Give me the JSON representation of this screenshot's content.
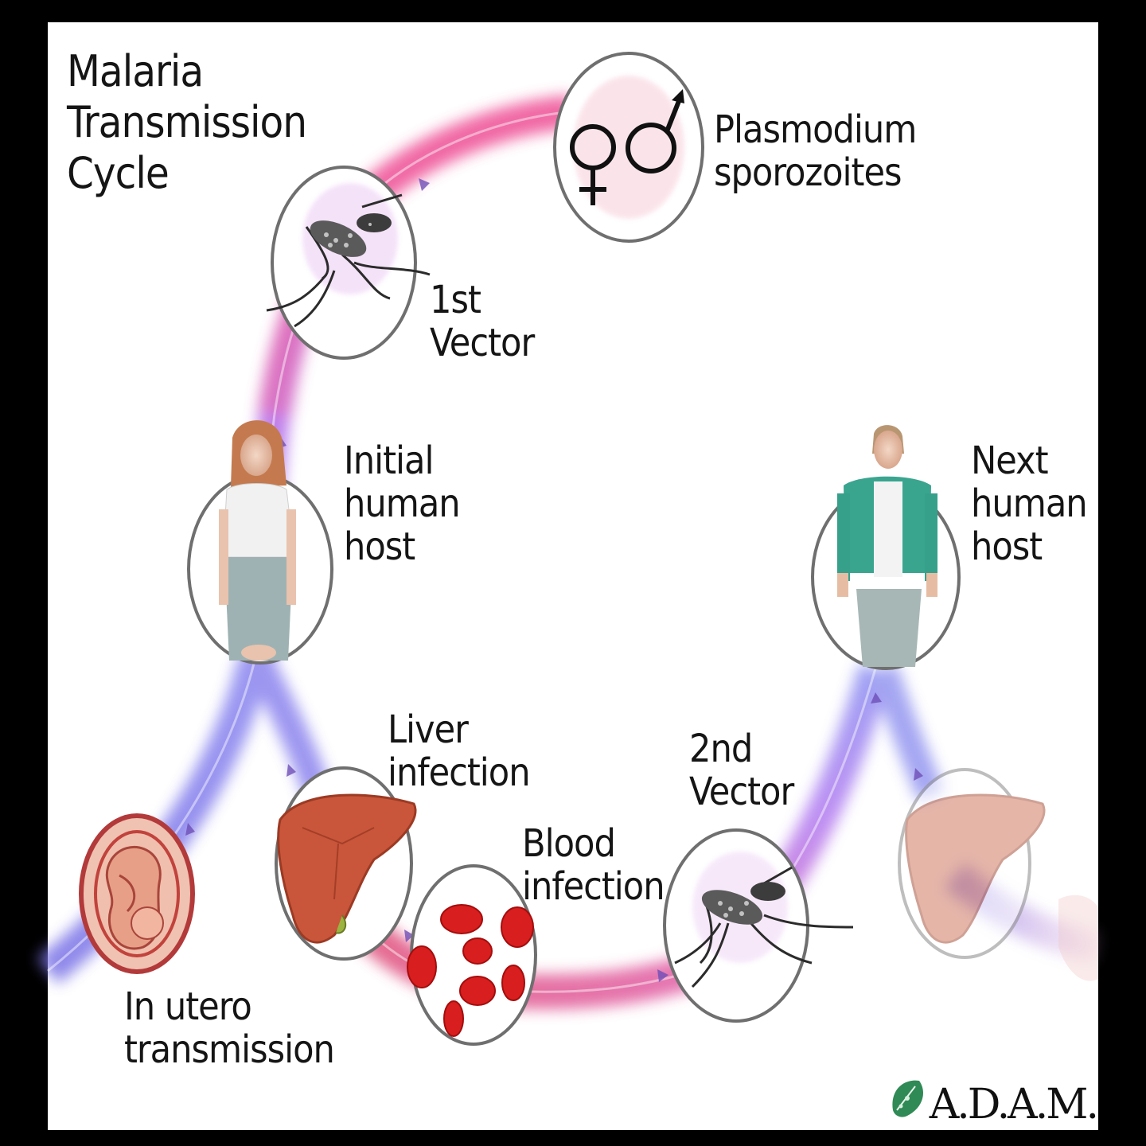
{
  "title": {
    "line1": "Malaria",
    "line2": "Transmission",
    "line3": "Cycle"
  },
  "nodes": {
    "sporozoites": {
      "line1": "Plasmodium",
      "line2": "sporozoites"
    },
    "vector1": {
      "line1": "1st",
      "line2": "Vector"
    },
    "initial_host": {
      "line1": "Initial",
      "line2": "human",
      "line3": "host"
    },
    "next_host": {
      "line1": "Next",
      "line2": "human",
      "line3": "host"
    },
    "liver": {
      "line1": "Liver",
      "line2": "infection"
    },
    "blood": {
      "line1": "Blood",
      "line2": "infection"
    },
    "vector2": {
      "line1": "2nd",
      "line2": "Vector"
    },
    "in_utero": {
      "line1": "In utero",
      "line2": "transmission"
    }
  },
  "logo": {
    "text": "A.D.A.M."
  },
  "colors": {
    "pink_path": "#e8569a",
    "purple_path": "#b468e6",
    "blue_path": "#7c7ef0",
    "circle_stroke": "#6f6f6f",
    "liver": "#c9563a",
    "blood_cell": "#d81e1e"
  }
}
